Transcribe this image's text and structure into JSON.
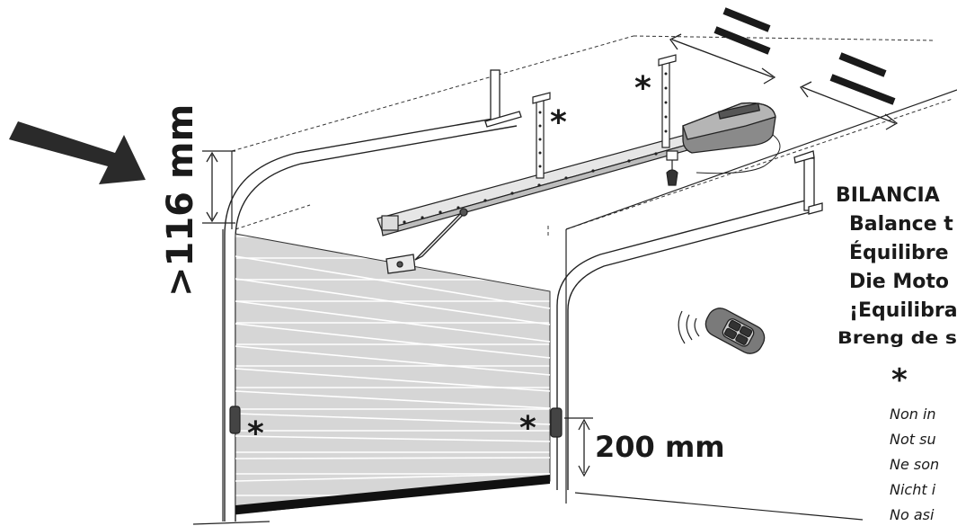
{
  "dimensions": {
    "min_height": ">116 mm",
    "sensor_height": "200 mm"
  },
  "symbols": {
    "asterisk": "*"
  },
  "balance_notice": [
    "BILANCIA",
    "Balance t",
    "Équilibre",
    "Die Moto",
    "¡Equilibra",
    "Breng de s"
  ],
  "footnote_marker": "*",
  "footnote_lines": [
    "Non in",
    "Not su",
    "Ne son",
    "Nicht i",
    "No asi"
  ],
  "icons": [
    "direction-arrow-icon",
    "remote-control-icon",
    "radio-waves-icon",
    "photocell-icon",
    "motor-unit-icon"
  ]
}
